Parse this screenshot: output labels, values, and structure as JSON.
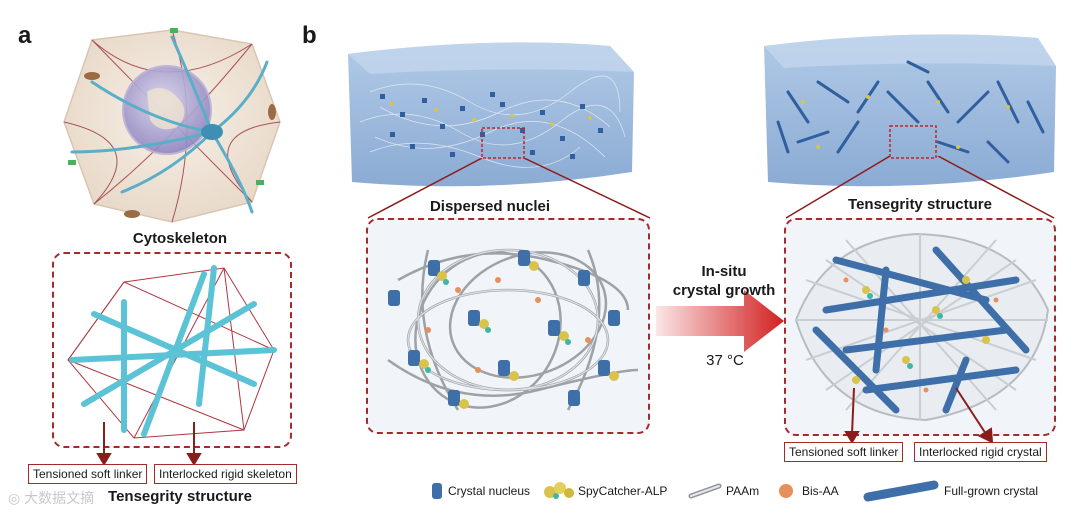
{
  "panel_a": {
    "letter": "a",
    "cytoskeleton_label": "Cytoskeleton",
    "label_soft": "Tensioned soft linker",
    "label_rigid": "Interlocked rigid skeleton",
    "structure_title": "Tensegrity structure"
  },
  "panel_b": {
    "letter": "b",
    "dispersed_label": "Dispersed nuclei",
    "process_line1": "In-situ",
    "process_line2": "crystal growth",
    "temperature": "37 °C",
    "tensegrity_label": "Tensegrity structure",
    "label_soft": "Tensioned soft linker",
    "label_rigid": "Interlocked rigid crystal"
  },
  "legend": {
    "items": [
      {
        "label": "Crystal nucleus",
        "icon": "blue-cylinder-icon"
      },
      {
        "label": "SpyCatcher-ALP",
        "icon": "yellow-protein-cluster-icon"
      },
      {
        "label": "PAAm",
        "icon": "gray-tube-icon"
      },
      {
        "label": "Bis-AA",
        "icon": "orange-dot-icon"
      },
      {
        "label": "Full-grown crystal",
        "icon": "long-blue-rod-icon"
      }
    ]
  },
  "watermark": "大数据文摘",
  "colors": {
    "crystal_blue": "#3e6fa8",
    "hydrogel_blue": "#8fb0d6",
    "frame_red": "#a52a2a",
    "strut_cyan": "#5cc3d6",
    "protein_yellow": "#d9c34a",
    "bisaa_orange": "#e8905c"
  }
}
